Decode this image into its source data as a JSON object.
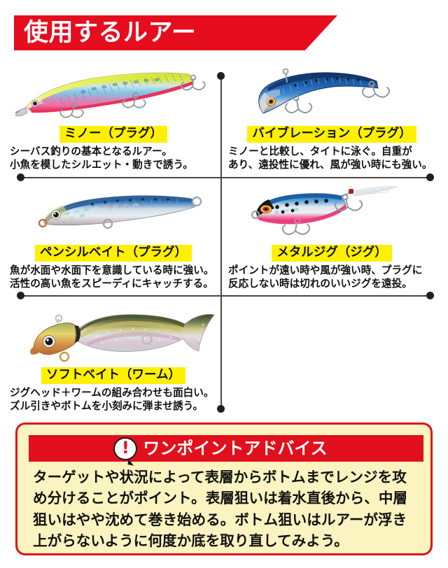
{
  "header": {
    "title": "使用するルアー",
    "banner_color": "#e60d1e",
    "title_color": "#ffffff"
  },
  "accent": {
    "highlight_yellow": "#fff000",
    "red": "#e2101c",
    "cream": "#fbf3c0",
    "rule": "#4a4540"
  },
  "lures": [
    {
      "id": "minnow",
      "title": "ミノー（プラグ）",
      "desc_line1": "シーバス釣りの基本となるルアー。",
      "desc_line2": "小魚を模したシルエット・動きで誘う。",
      "art_name": "minnow-lure-image"
    },
    {
      "id": "vibration",
      "title": "バイブレーション（プラグ）",
      "desc_line1": "ミノーと比較し、タイトに泳ぐ。自重が",
      "desc_line2": "あり、遠投性に優れ、風が強い時にも強い。",
      "art_name": "vibration-lure-image"
    },
    {
      "id": "pencil-bait",
      "title": "ペンシルベイト（プラグ）",
      "desc_line1": "魚が水面や水面下を意識している時に強い。",
      "desc_line2": "活性の高い魚をスピーディにキャッチする。",
      "art_name": "pencil-bait-lure-image"
    },
    {
      "id": "metal-jig",
      "title": "メタルジグ（ジグ）",
      "desc_line1": "ポイントが遠い時や風が強い時、プラグに",
      "desc_line2": "反応しない時は切れのいいジグを遠投。",
      "art_name": "metal-jig-lure-image"
    },
    {
      "id": "soft-bait",
      "title": "ソフトベイト（ワーム）",
      "desc_line1": "ジグヘッド＋ワームの組み合わせも面白い。",
      "desc_line2": "ズル引きやボトムを小刻みに弾ませ誘う。",
      "art_name": "soft-bait-lure-image"
    }
  ],
  "advice": {
    "icon": "exclamation-speech-bubble-icon",
    "bang": "!",
    "heading": "ワンポイントアドバイス",
    "body_line1": "ターゲットや状況によって表層からボトムまでレンジを攻",
    "body_line2": "め分けることがポイント。表層狙いは着水直後から、中層",
    "body_line3": "狙いはやや沈めて巻き始める。ボトム狙いはルアーが浮き",
    "body_line4": "上がらないように何度か底を取り直してみよう。"
  }
}
